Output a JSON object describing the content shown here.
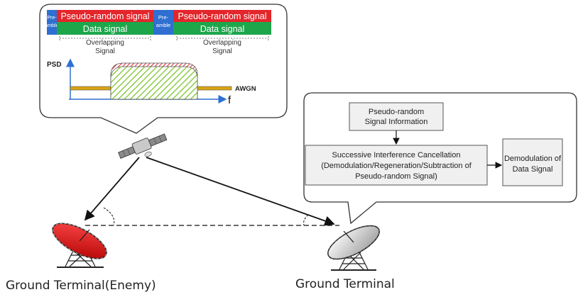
{
  "frame_signal": {
    "preamble_label": [
      "Pre-",
      "amble"
    ],
    "pseudo_random_label": "Pseudo-random signal",
    "data_label": "Data signal",
    "overlapping_label": [
      "Overlapping",
      "Signal"
    ]
  },
  "psd_plot": {
    "y_axis_label": "PSD",
    "x_axis_label": "f",
    "noise_label": "AWGN"
  },
  "processing": {
    "info_box": [
      "Pseudo-random",
      "Signal Information"
    ],
    "sic_box": [
      "Successive Interference Cancellation",
      "(Demodulation/Regeneration/Subtraction of",
      "Pseudo-random Signal)"
    ],
    "demod_box": [
      "Demodulation of",
      "Data Signal"
    ]
  },
  "terminals": {
    "enemy_label": "Ground Terminal(Enemy)",
    "friendly_label": "Ground Terminal"
  },
  "colors": {
    "preamble": "#2f6fd1",
    "pseudo_random": "#e3262b",
    "data": "#1ea64b",
    "awgn": "#d9a512",
    "hatch_green": "#8ecb49",
    "box_fill": "#f0f0f0",
    "enemy_dish": "#e81c1c"
  }
}
